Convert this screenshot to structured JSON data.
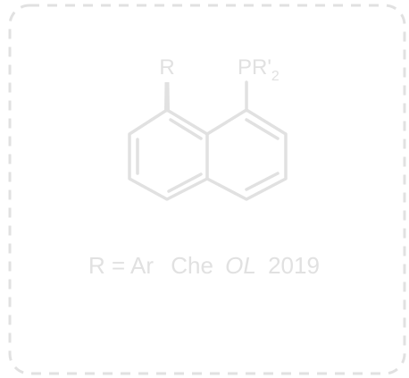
{
  "colors": {
    "border": "#e1e1e1",
    "structure": "#e1e1e1",
    "text": "#e1e1e1",
    "background": "#ffffff"
  },
  "structure": {
    "substituent_left": "R",
    "substituent_right_main": "PR'",
    "substituent_right_sub": "2"
  },
  "caption": {
    "definition": "R = Ar",
    "author": "Che",
    "journal": "OL",
    "year": "2019"
  }
}
